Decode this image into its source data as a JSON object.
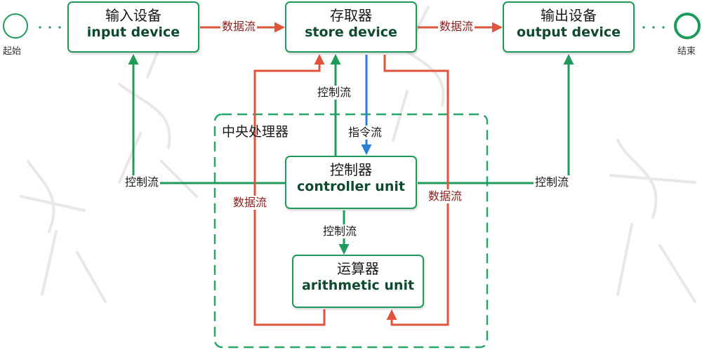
{
  "start_label": "起始",
  "end_label": "结束",
  "input_device": {
    "zh": "输入设备",
    "en": "input device"
  },
  "store_device": {
    "zh": "存取器",
    "en": "store device"
  },
  "output_device": {
    "zh": "输出设备",
    "en": "output device"
  },
  "controller_unit": {
    "zh": "控制器",
    "en": "controller unit"
  },
  "arithmetic_unit": {
    "zh": "运算器",
    "en": "arithmetic unit"
  },
  "cpu_label": "中央处理器",
  "edges": {
    "data_flow": "数据流",
    "control_flow": "控制流",
    "instruction_flow": "指令流"
  },
  "colors": {
    "control": "#1f9a5a",
    "data": "#e0533d",
    "instruction": "#2a7fd4",
    "box_border": "#1f9a5a"
  },
  "watermark": "福列"
}
